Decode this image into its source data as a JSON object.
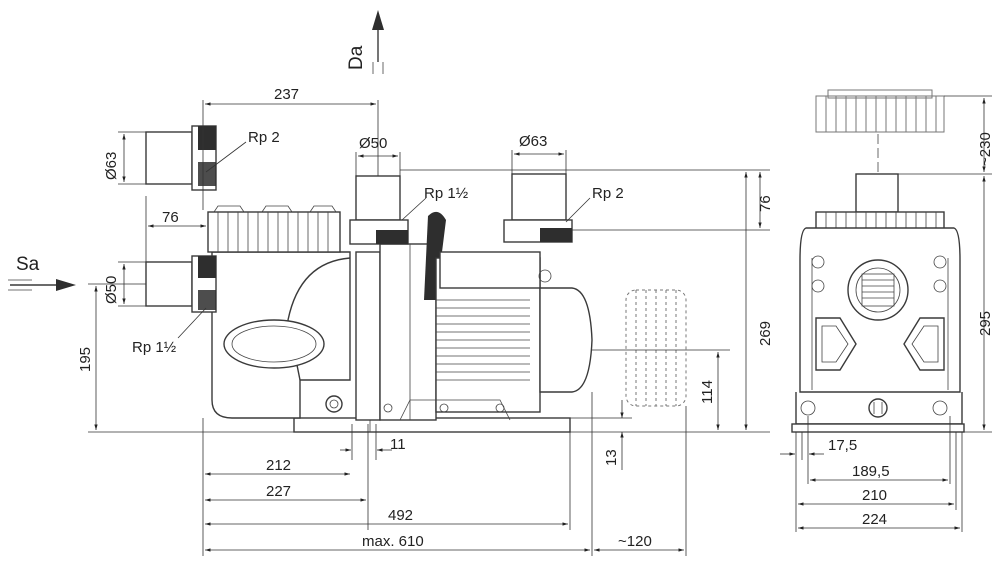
{
  "flow": {
    "suction": "Sa",
    "discharge": "Da"
  },
  "side_view": {
    "top_dims": {
      "top_width": "237",
      "left_offset": "76"
    },
    "connections": {
      "suction_upper_dia": "Ø63",
      "suction_upper_thread": "Rp 2",
      "suction_lower_dia": "Ø50",
      "suction_lower_thread": "Rp 1½",
      "discharge_small_dia": "Ø50",
      "discharge_small_thread": "Rp 1½",
      "discharge_large_dia": "Ø63",
      "discharge_large_thread": "Rp 2"
    },
    "vertical_dims": {
      "inlet_height": "195",
      "outlet_offset": "76",
      "total_height": "269",
      "motor_axis": "114",
      "base_thickness": "13"
    },
    "bottom_dims": {
      "foot_gap": "11",
      "d212": "212",
      "d227": "227",
      "d492": "492",
      "max_len": "max. 610",
      "clearance": "~120"
    }
  },
  "front_view": {
    "lid_clearance": "~230",
    "height": "295",
    "foot_offset": "17,5",
    "d189": "189,5",
    "d210": "210",
    "d224": "224"
  }
}
